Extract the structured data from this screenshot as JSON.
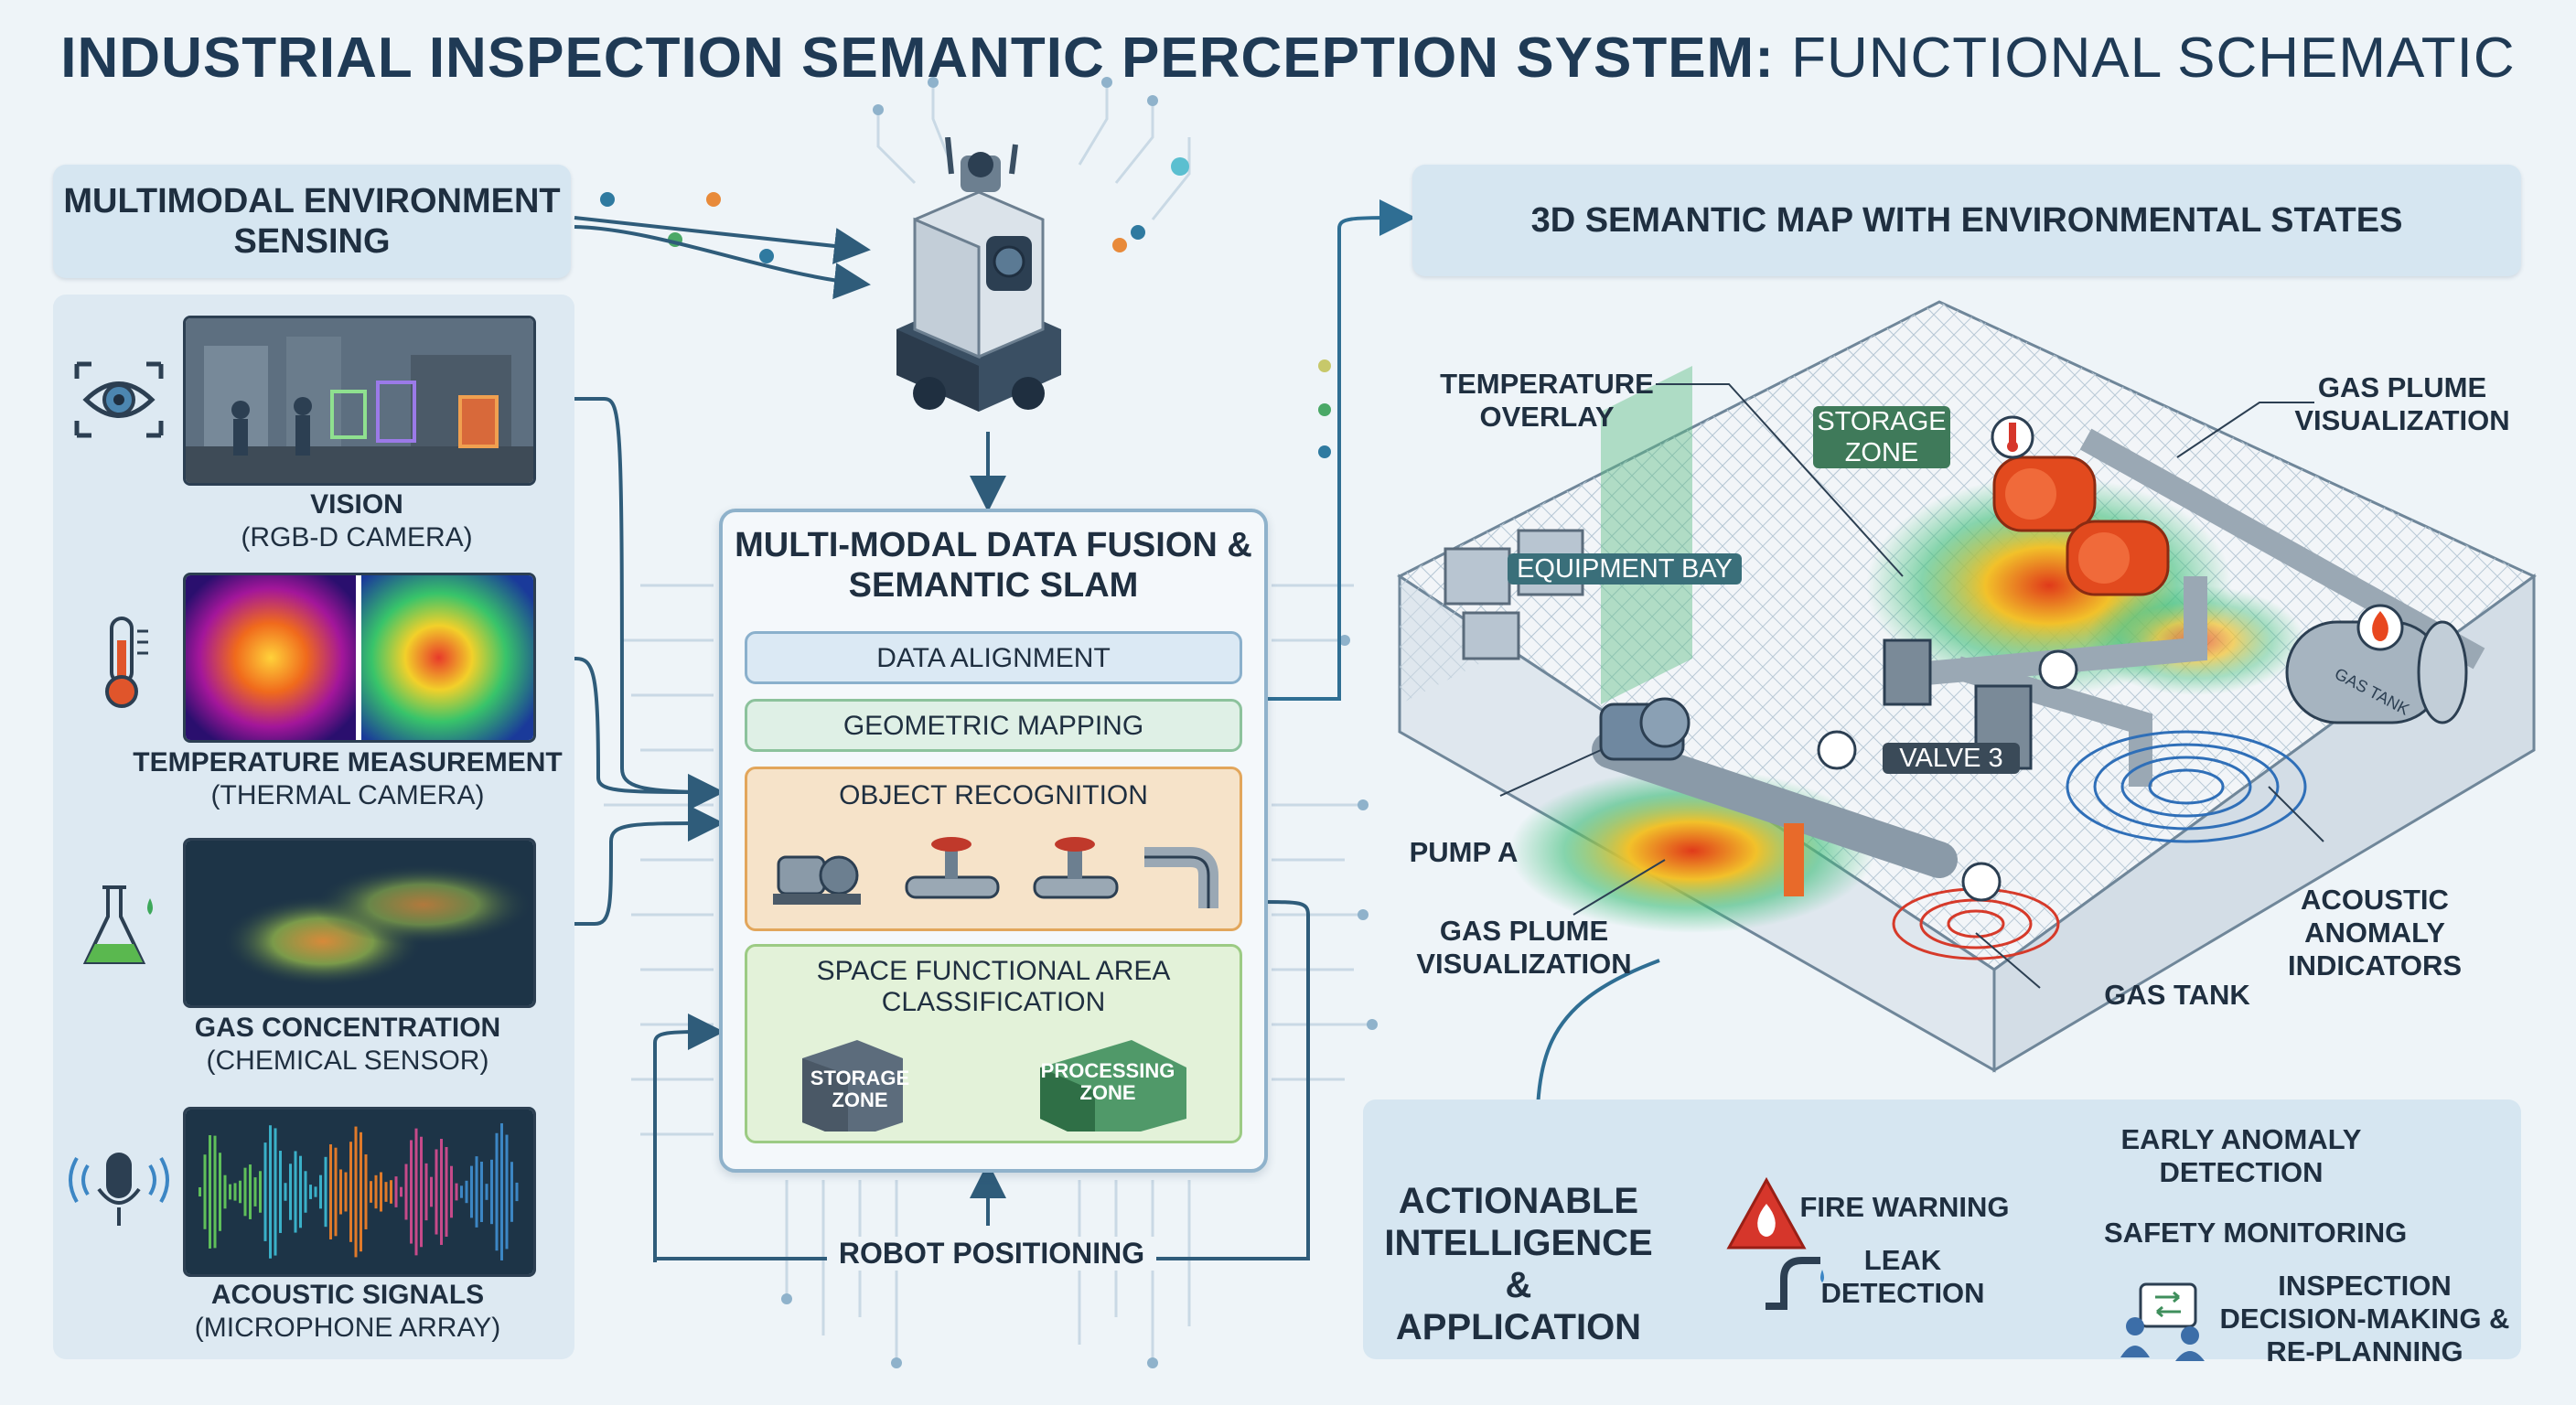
{
  "title": {
    "bold": "INDUSTRIAL INSPECTION SEMANTIC PERCEPTION SYSTEM:",
    "light": "FUNCTIONAL SCHEMATIC"
  },
  "sensing": {
    "header": "MULTIMODAL ENVIRONMENT SENSING",
    "sensors": [
      {
        "name": "VISION",
        "device": "(RGB-D CAMERA)",
        "icon": "eye-icon"
      },
      {
        "name": "TEMPERATURE MEASUREMENT",
        "device": "(THERMAL CAMERA)",
        "icon": "thermometer-icon"
      },
      {
        "name": "GAS CONCENTRATION",
        "device": "(CHEMICAL SENSOR)",
        "icon": "flask-icon"
      },
      {
        "name": "ACOUSTIC SIGNALS",
        "device": "(MICROPHONE ARRAY)",
        "icon": "microphone-icon"
      }
    ]
  },
  "fusion": {
    "title": "MULTI-MODAL DATA FUSION & SEMANTIC SLAM",
    "stages": [
      "DATA ALIGNMENT",
      "GEOMETRIC MAPPING",
      "OBJECT RECOGNITION",
      "SPACE FUNCTIONAL AREA CLASSIFICATION"
    ],
    "zones": [
      "STORAGE ZONE",
      "PROCESSING ZONE"
    ],
    "robot_positioning": "ROBOT POSITIONING"
  },
  "map": {
    "header": "3D SEMANTIC MAP WITH ENVIRONMENTAL STATES",
    "labels": {
      "temperature_overlay": "TEMPERATURE OVERLAY",
      "gas_plume_top": "GAS PLUME VISUALIZATION",
      "pump": "PUMP A",
      "gas_plume_bottom": "GAS PLUME VISUALIZATION",
      "gas_tank": "GAS TANK",
      "acoustic": "ACOUSTIC ANOMALY INDICATORS"
    },
    "tags": {
      "storage": "STORAGE ZONE",
      "equipment": "EQUIPMENT BAY",
      "valve": "VALVE 3",
      "tank": "GAS TANK"
    }
  },
  "actions": {
    "title": "ACTIONABLE INTELLIGENCE & APPLICATION",
    "inputs": [
      "FIRE WARNING",
      "LEAK DETECTION"
    ],
    "outputs": [
      "EARLY ANOMALY DETECTION",
      "SAFETY MONITORING",
      "INSPECTION DECISION-MAKING & RE-PLANNING"
    ]
  },
  "colors": {
    "accent": "#2f6e93",
    "warning": "#d6362b",
    "hot": "#e8471f"
  }
}
